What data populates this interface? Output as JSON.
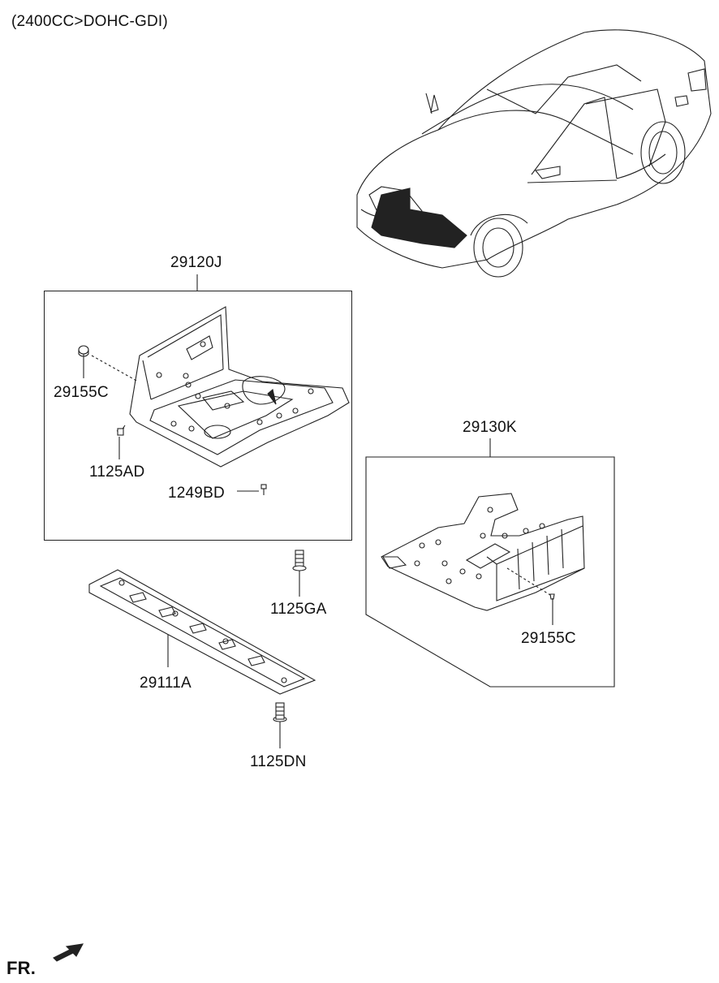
{
  "header": {
    "spec": "(2400CC>DOHC-GDI)"
  },
  "labels": {
    "assy_front_undercover": "29120J",
    "clip_left": "29155C",
    "bolt_front": "1125AD",
    "screw": "1249BD",
    "assy_rear_undercover": "29130K",
    "clip_right": "29155C",
    "bolt_ga": "1125GA",
    "front_panel": "29111A",
    "bolt_dn": "1125DN"
  },
  "footer": {
    "direction": "FR."
  },
  "icons": [
    "car-illustration",
    "front-undercover-drawing",
    "rear-undercover-drawing",
    "front-panel-drawing",
    "bolt-icon",
    "clip-icon",
    "arrow-icon"
  ]
}
